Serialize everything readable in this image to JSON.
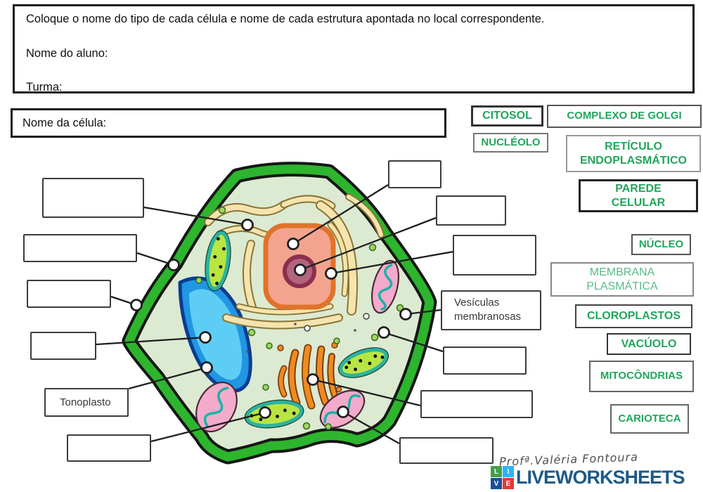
{
  "header": {
    "instruction": "Coloque o nome do tipo de cada célula e nome de cada estrutura apontada no local correspondente.",
    "student_name_label": "Nome do aluno:",
    "class_label": "Turma:"
  },
  "cell_name_label": "Nome da célula:",
  "diagram": {
    "tonoplast_label": "Tonoplasto",
    "vesicles_label": "Vesículas membranosas",
    "empty_answer_box_count": 11
  },
  "word_bank": {
    "bold_color": "#22a55c",
    "light_color": "#56bd87",
    "items": [
      {
        "id": "citosol",
        "label": "CITOSOL"
      },
      {
        "id": "complexo-de-golgi",
        "label": "COMPLEXO DE GOLGI"
      },
      {
        "id": "nucleolo",
        "label": "NUCLÉOLO"
      },
      {
        "id": "reticulo-endoplasmatico",
        "label": "RETÍCULO ENDOPLASMÁTICO"
      },
      {
        "id": "parede-celular",
        "label": "PAREDE CELULAR"
      },
      {
        "id": "nucleo",
        "label": "NÚCLEO"
      },
      {
        "id": "membrana-plasmatica",
        "label": "MEMBRANA PLASMÁTICA"
      },
      {
        "id": "cloroplastos",
        "label": "CLOROPLASTOS"
      },
      {
        "id": "vacuolo",
        "label": "VACÚOLO"
      },
      {
        "id": "mitocondrias",
        "label": "MITOCÔNDRIAS"
      },
      {
        "id": "carioteca",
        "label": "CARIOTECA"
      }
    ]
  },
  "footer": {
    "signature": "Profª.Valéria Fontoura",
    "logo_tiles": [
      {
        "letter": "L",
        "color": "#43a047"
      },
      {
        "letter": "I",
        "color": "#29b6f6"
      },
      {
        "letter": "V",
        "color": "#1a4f9c"
      },
      {
        "letter": "E",
        "color": "#e53935"
      }
    ],
    "logo_wordmark": "LIVEWORKSHEETS",
    "logo_wordmark_color": "#1e5a87"
  }
}
